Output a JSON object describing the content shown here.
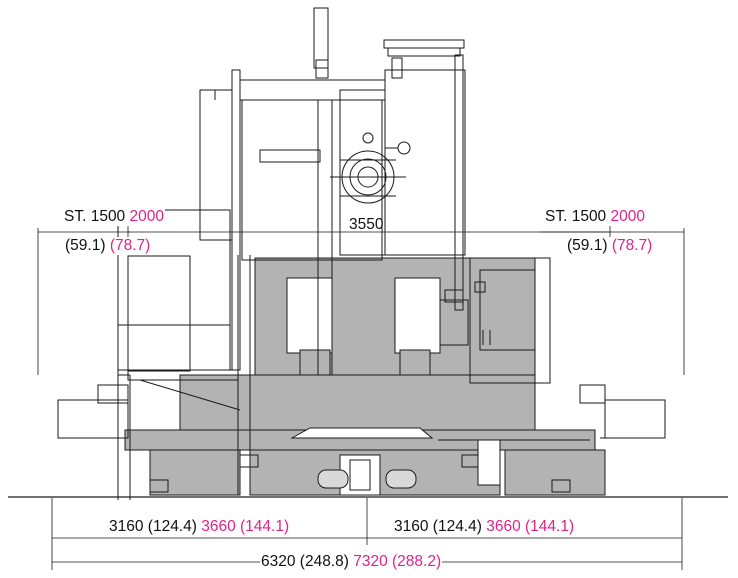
{
  "colors": {
    "line": "#1a1a1a",
    "gray_fill": "#b3b3b3",
    "light_gray": "#d9d9d9",
    "accent_pink": "#e0238a"
  },
  "dimensions": {
    "left_stroke": {
      "label": "ST. 1500",
      "alt": "2000"
    },
    "left_stroke_inch": {
      "open": "(59.1)",
      "alt": "(78.7)"
    },
    "right_stroke": {
      "label": "ST. 1500",
      "alt": "2000"
    },
    "right_stroke_inch": {
      "open": "(59.1)",
      "alt": "(78.7)"
    },
    "center_width": "3550",
    "left_half": {
      "value": "3160 (124.4)",
      "alt": "3660 (144.1)"
    },
    "right_half": {
      "value": "3160 (124.4)",
      "alt": "3660 (144.1)"
    },
    "total": {
      "value": "6320 (248.8)",
      "alt": "7320 (288.2)"
    }
  }
}
